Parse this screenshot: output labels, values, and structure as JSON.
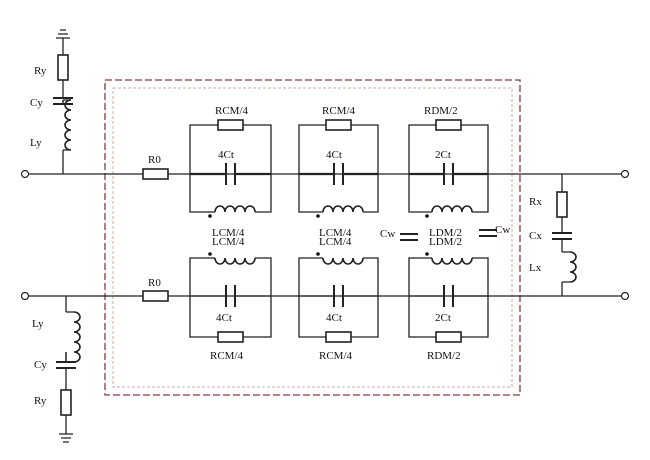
{
  "labels": {
    "ry_top": "Ry",
    "cy_top": "Cy",
    "ly_top": "Ly",
    "r0_top": "R0",
    "r0_bot": "R0",
    "rx": "Rx",
    "cx": "Cx",
    "lx": "Lx",
    "ly_bot": "Ly",
    "cy_bot": "Cy",
    "ry_bot": "Ry",
    "cw_left": "Cw",
    "cw_right": "Cw",
    "block1_top_r": "RCM/4",
    "block2_top_r": "RCM/4",
    "block3_top_r": "RDM/2",
    "block1_top_c": "4Ct",
    "block2_top_c": "4Ct",
    "block3_top_c": "2Ct",
    "block1_l_a": "LCM/4",
    "block1_l_b": "LCM/4",
    "block2_l_a": "LCM/4",
    "block2_l_b": "LCM/4",
    "block3_l_a": "LDM/2",
    "block3_l_b": "LDM/2",
    "block1_bot_c": "4Ct",
    "block2_bot_c": "4Ct",
    "block3_bot_c": "2Ct",
    "block1_bot_r": "RCM/4",
    "block2_bot_r": "RCM/4",
    "block3_bot_r": "RDM/2"
  },
  "colors": {
    "wire": "#222222",
    "dashed_border": "#8b3a3a",
    "background": "#ffffff"
  }
}
